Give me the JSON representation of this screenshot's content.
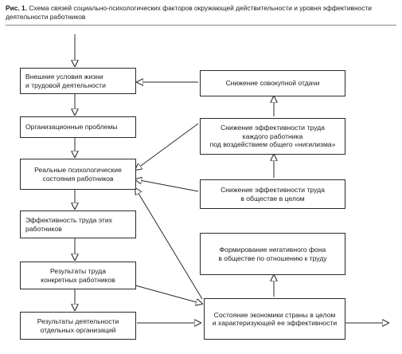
{
  "caption": {
    "label": "Рис. 1.",
    "text": "Схема связей социально-психологических факторов окружающей действительности и уровня эффективности деятельности работников"
  },
  "left_column": {
    "b1": "Внешние условия жизни\nи трудовой деятельности",
    "b2": "Организационные проблемы",
    "b3": "Реальные психологические\nсостояния работников",
    "b4": "Эффективность труда этих\nработников",
    "b5": "Результаты труда\nконкретных работников",
    "b6": "Результаты деятельности\nотдельных организаций"
  },
  "right_column": {
    "r1": "Снижение совокупной отдачи",
    "r2": "Снижение эффективности труда\nкаждого работника\nпод воздействием общего «нигилизма»",
    "r3": "Снижение эффективности труда\nв обществе в целом",
    "r4": "Формирование негативного фона\nв обществе по отношению к труду",
    "r5": "Состояние экономики страны  в целом\nи характеризующей ее эффективности"
  }
}
